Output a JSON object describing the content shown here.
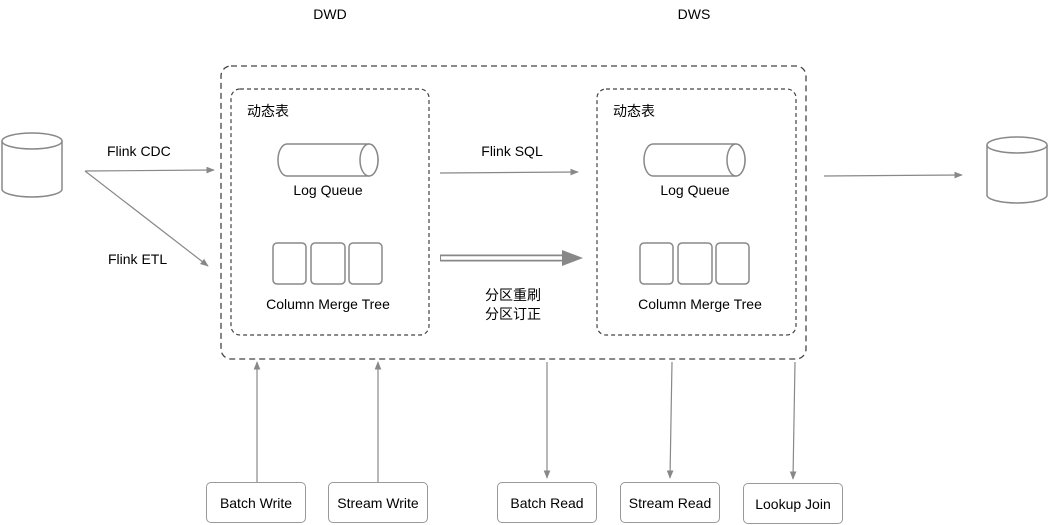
{
  "headers": {
    "left": "DWD",
    "right": "DWS"
  },
  "edges": {
    "flink_cdc": "Flink CDC",
    "flink_etl": "Flink ETL",
    "flink_sql": "Flink SQL",
    "partition_refresh": "分区重刷",
    "partition_correct": "分区订正"
  },
  "left_table": {
    "title": "动态表",
    "log_queue": "Log Queue",
    "column_merge_tree": "Column Merge Tree"
  },
  "right_table": {
    "title": "动态表",
    "log_queue": "Log Queue",
    "column_merge_tree": "Column Merge Tree"
  },
  "buttons": {
    "batch_write": "Batch Write",
    "stream_write": "Stream Write",
    "batch_read": "Batch Read",
    "stream_read": "Stream Read",
    "lookup_join": "Lookup Join"
  },
  "colors": {
    "stroke": "#888888",
    "dash": "#444444",
    "box_border": "#999999"
  },
  "icons": [
    "database-icon",
    "queue-cylinder-icon",
    "storage-block-icon"
  ]
}
